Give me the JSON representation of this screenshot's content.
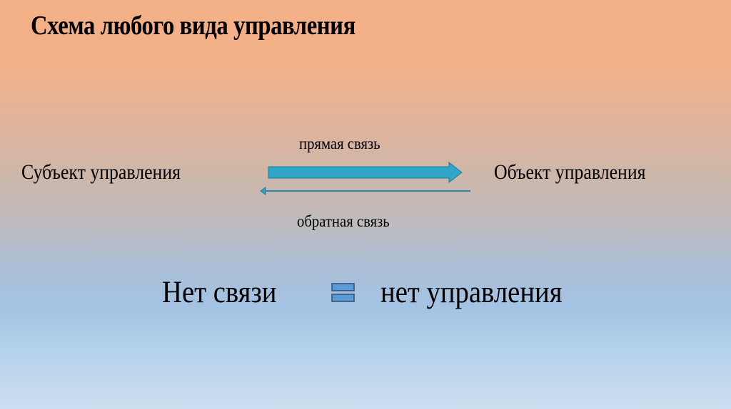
{
  "slide": {
    "title": "Схема любого вида управления",
    "diagram": {
      "subject": "Субъект управления",
      "object": "Объект управления",
      "direct_link": "прямая связь",
      "feedback_link": "обратная связь"
    },
    "conclusion": {
      "left": "Нет связи",
      "operator": "equals-icon",
      "right": "нет управления"
    }
  },
  "colors": {
    "arrow_fill": "#2ea6c7",
    "arrow_stroke": "#1d7e98",
    "equals_fill": "#5b9bd5",
    "equals_stroke": "#2e4f74",
    "bg_top": "#f4b086",
    "bg_bottom": "#cddff0"
  }
}
